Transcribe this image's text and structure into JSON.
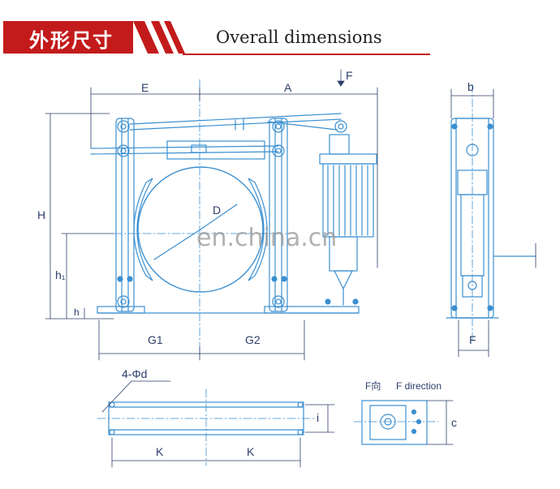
{
  "header": {
    "title_cn": "外形尺寸",
    "title_en": "Overall dimensions"
  },
  "watermark": "en.china.cn",
  "labels": {
    "E": "E",
    "A": "A",
    "F_arrow": "F",
    "b": "b",
    "H": "H",
    "h1": "h₁",
    "h": "h",
    "D": "D",
    "G1": "G1",
    "G2": "G2",
    "F_bottom": "F",
    "hole": "4-Φd",
    "K_left": "K",
    "K_right": "K",
    "i": "i",
    "c": "c",
    "f_dir_cn": "F向",
    "f_dir_en": "F direction"
  },
  "colors": {
    "line": "#3b8fd0",
    "dim": "#2c3e6a",
    "header": "#c31b1b"
  }
}
